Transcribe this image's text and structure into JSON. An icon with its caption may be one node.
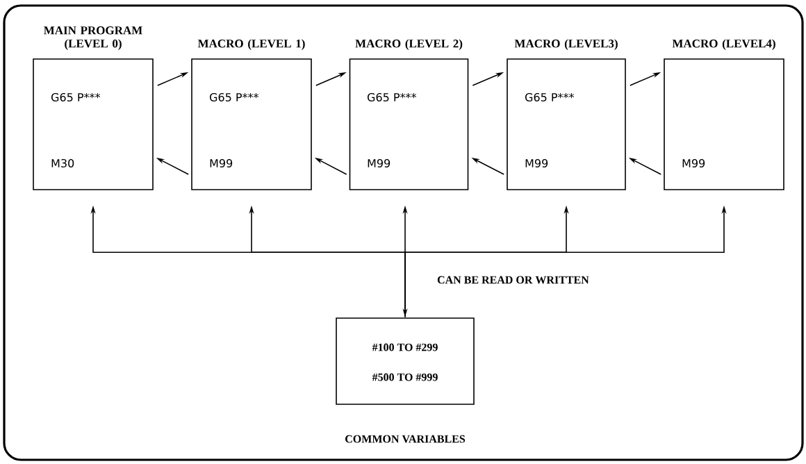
{
  "diagram": {
    "nodes": [
      {
        "text": [
          "MAIN PROGRAM (LEVEL 0)",
          "G65 P***",
          "M30"
        ]
      },
      {
        "text": [
          "MACRO (LEVEL 1)",
          "G65 P***",
          "M99"
        ]
      },
      {
        "text": [
          "MACRO (LEVEL 2)",
          "G65 P***",
          "M99"
        ]
      },
      {
        "text": [
          "MACRO (LEVEL3)",
          "G65 P***",
          "M99"
        ]
      },
      {
        "text": [
          "MACRO (LEVEL4)",
          "M99"
        ]
      },
      {
        "text": [
          "#100 TO #299",
          "#500 TO #999"
        ],
        "beside": [
          "COMMON VARIABLES"
        ]
      }
    ],
    "edges": [
      {
        "from": 0,
        "to": 1,
        "arrow": "to"
      },
      {
        "from": 1,
        "to": 2,
        "arrow": "to"
      },
      {
        "from": 2,
        "to": 3,
        "arrow": "to"
      },
      {
        "from": 3,
        "to": 4,
        "arrow": "to"
      },
      {
        "from": 1,
        "to": 0,
        "arrow": "to"
      },
      {
        "from": 2,
        "to": 1,
        "arrow": "to"
      },
      {
        "from": 3,
        "to": 2,
        "arrow": "to"
      },
      {
        "from": 4,
        "to": 3,
        "arrow": "to"
      },
      {
        "from": 5,
        "to": 0,
        "arrow": "to"
      },
      {
        "from": 5,
        "to": 1,
        "arrow": "to"
      },
      {
        "from": 5,
        "to": 2,
        "arrow": "both"
      },
      {
        "from": 5,
        "to": 3,
        "arrow": "to"
      },
      {
        "from": 5,
        "to": 4,
        "arrow": "to"
      }
    ],
    "labels": [
      "CAN BE READ OR WRITTEN"
    ]
  }
}
